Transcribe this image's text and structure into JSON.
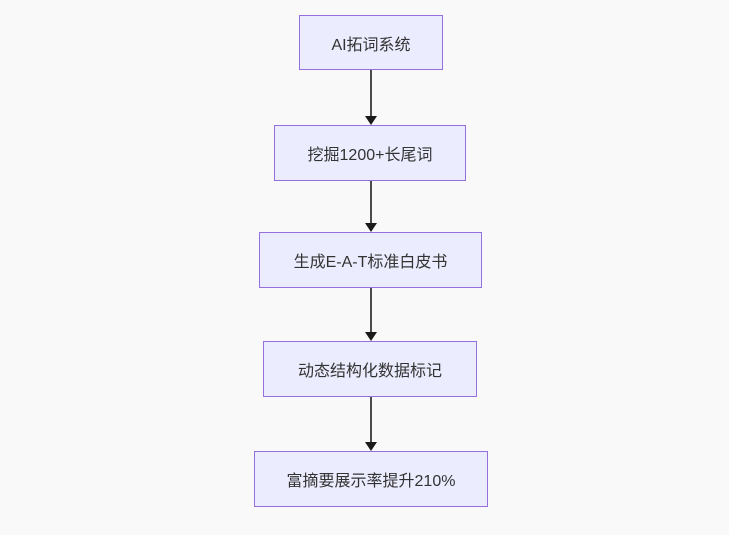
{
  "diagram": {
    "type": "flowchart",
    "direction": "top-down",
    "colors": {
      "background": "#f9f9f9",
      "node_fill": "#ECECFF",
      "node_border": "#9370DB",
      "node_text": "#333333",
      "arrow_line": "#4b4b4b",
      "arrow_head": "#1a1a1a"
    },
    "nodes": [
      {
        "id": "step-1",
        "label": "AI拓词系统"
      },
      {
        "id": "step-2",
        "label": "挖掘1200+长尾词"
      },
      {
        "id": "step-3",
        "label": "生成E-A-T标准白皮书"
      },
      {
        "id": "step-4",
        "label": "动态结构化数据标记"
      },
      {
        "id": "step-5",
        "label": "富摘要展示率提升210%"
      }
    ],
    "edges": [
      {
        "from": "step-1",
        "to": "step-2"
      },
      {
        "from": "step-2",
        "to": "step-3"
      },
      {
        "from": "step-3",
        "to": "step-4"
      },
      {
        "from": "step-4",
        "to": "step-5"
      }
    ]
  }
}
